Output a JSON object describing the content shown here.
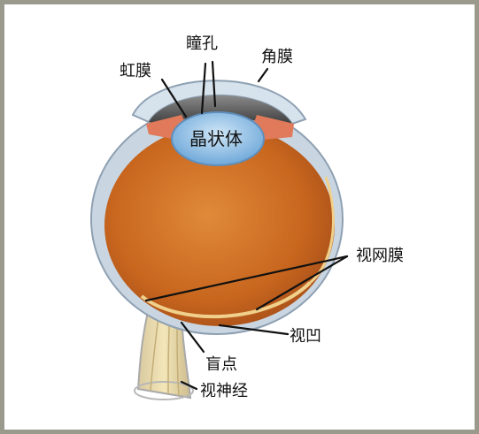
{
  "labels": {
    "pupil": "瞳孔",
    "cornea": "角膜",
    "iris": "虹膜",
    "lens": "晶状体",
    "retina": "视网膜",
    "fovea": "视凹",
    "blind_spot": "盲点",
    "optic_nerve": "视神经"
  },
  "colors": {
    "frame": "#9a9a8c",
    "sclera": "#c9d6e2",
    "vitreous": "#c8661e",
    "anterior_chamber": "#5a5a5a",
    "lens": "#8fbfe6",
    "iris": "#e07a5a",
    "optic_nerve": "#e8d59a"
  }
}
